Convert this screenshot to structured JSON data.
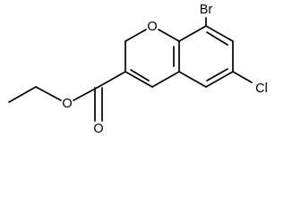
{
  "molecule": {
    "atoms": {
      "bromine": "Br",
      "chlorine": "Cl",
      "ring_oxygen": "O",
      "carbonyl_oxygen": "O",
      "ester_oxygen": "O"
    },
    "colors": {
      "bond": "#000000",
      "label": "#000000",
      "background": "#ffffff"
    }
  }
}
